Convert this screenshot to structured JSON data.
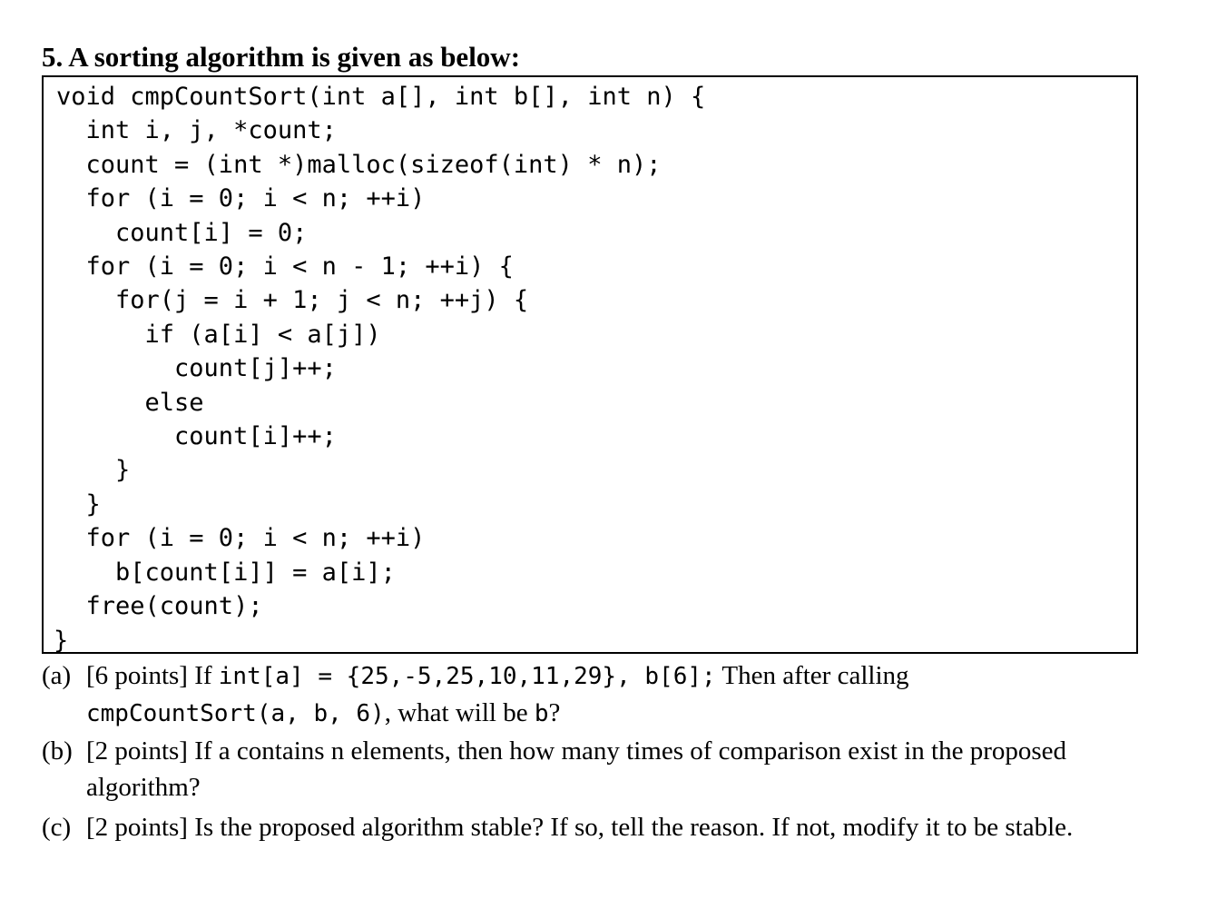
{
  "title": "5. A sorting algorithm is given as below:",
  "code_lines": [
    "void cmpCountSort(int a[], int b[], int n) {",
    "  int i, j, *count;",
    "  count = (int *)malloc(sizeof(int) * n);",
    "  for (i = 0; i < n; ++i)",
    "    count[i] = 0;",
    "  for (i = 0; i < n - 1; ++i) {",
    "    for(j = i + 1; j < n; ++j) {",
    "      if (a[i] < a[j])",
    "        count[j]++;",
    "      else",
    "        count[i]++;",
    "    }",
    "  }",
    "  for (i = 0; i < n; ++i)",
    "    b[count[i]] = a[i];",
    "  free(count);",
    "}"
  ],
  "questions": {
    "a": {
      "label": "(a)",
      "prefix": "[6 points] If ",
      "code1": "int[a] = {25,-5,25,10,11,29}, b[6];",
      "middle": " Then after calling",
      "code2": "cmpCountSort(a, b, 6)",
      "suffix": ", what will be ",
      "code3": "b",
      "end": "?"
    },
    "b": {
      "label": "(b)",
      "text": "[2 points] If a contains n elements, then how many times of comparison exist in the proposed algorithm?"
    },
    "c": {
      "label": "(c)",
      "text": "[2 points] Is the proposed algorithm stable? If so, tell the reason. If not, modify it to be stable."
    }
  }
}
